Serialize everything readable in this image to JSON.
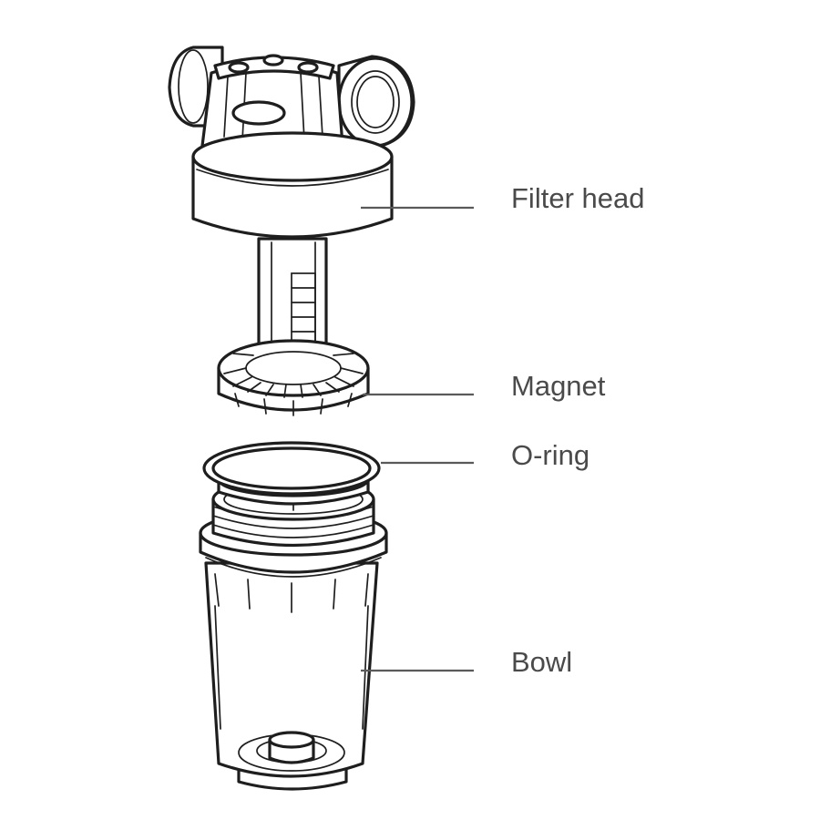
{
  "labels": {
    "filter_head": "Filter head",
    "magnet": "Magnet",
    "o_ring": "O-ring",
    "bowl": "Bowl"
  },
  "colors": {
    "outline": "#1e1e1e",
    "leader": "#5a5a5a",
    "label_text": "#4a4a4a",
    "background": "#ffffff"
  }
}
